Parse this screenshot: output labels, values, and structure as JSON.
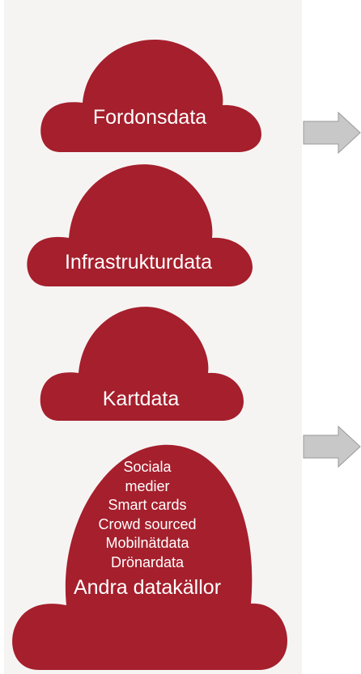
{
  "clouds": {
    "c1_label": "Fordonsdata",
    "c2_label": "Infrastrukturdata",
    "c3_label": "Kartdata",
    "c4_lines": [
      "Sociala",
      "medier",
      "Smart cards",
      "Crowd sourced",
      "Mobilnätdata",
      "Drönardata"
    ],
    "c4_title": "Andra datakällor"
  },
  "colors": {
    "cloud": "#a51f2c",
    "panel": "#f6f4f3",
    "arrow_fill": "#c8c8c8",
    "arrow_stroke": "#9a9a9a"
  }
}
